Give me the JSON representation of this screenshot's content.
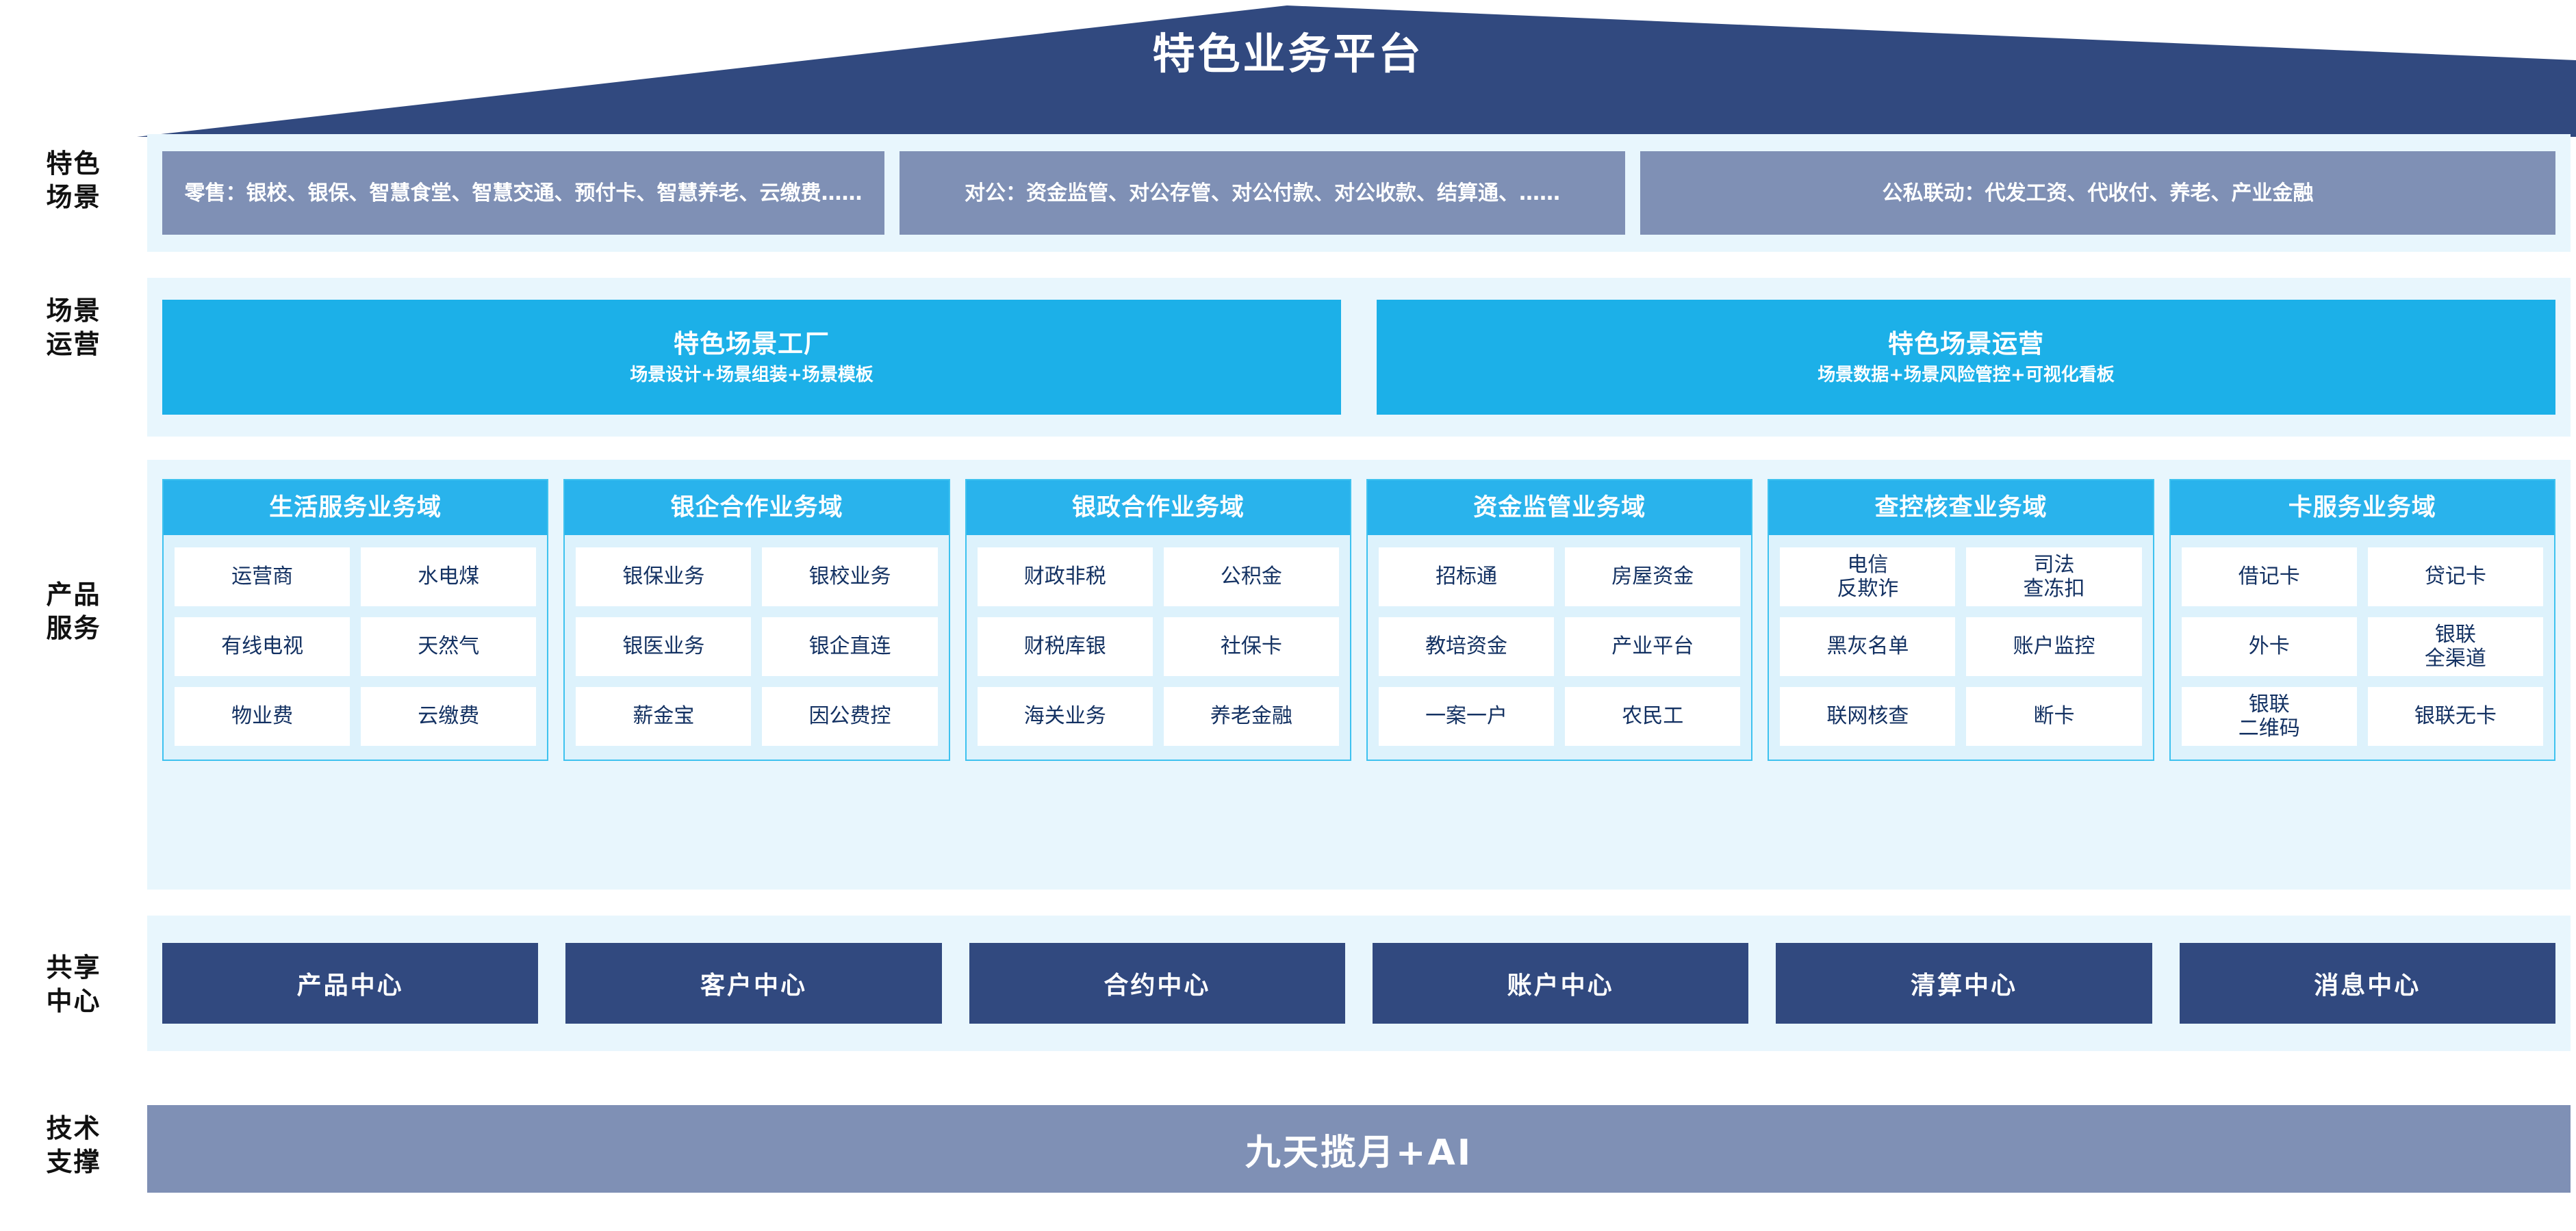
{
  "header": {
    "title": "特色业务平台",
    "roof_color": "#31497f"
  },
  "rails": [
    {
      "label": "特色\n场景"
    },
    {
      "label": "场景\n运营"
    },
    {
      "label": "产品\n服务"
    },
    {
      "label": "共享\n中心"
    },
    {
      "label": "技术\n支撑"
    }
  ],
  "scenes": {
    "box_color": "#7f90b5",
    "items": [
      {
        "text": "零售：银校、银保、智慧食堂、智慧交通、预付卡、智慧养老、云缴费……"
      },
      {
        "text": "对公：资金监管、对公存管、对公付款、对公收款、结算通、……"
      },
      {
        "text": "公私联动：代发工资、代收付、养老、产业金融"
      }
    ]
  },
  "operations": {
    "box_color": "#1cb0e8",
    "items": [
      {
        "title": "特色场景工厂",
        "subtitle": "场景设计+场景组装+场景模板"
      },
      {
        "title": "特色场景运营",
        "subtitle": "场景数据+场景风险管控+可视化看板"
      }
    ]
  },
  "product_service": {
    "header_color": "#29b3ec",
    "border_color": "#3ec2ef",
    "columns": [
      {
        "title": "生活服务业务域",
        "cells": [
          "运营商",
          "水电煤",
          "有线电视",
          "天然气",
          "物业费",
          "云缴费"
        ]
      },
      {
        "title": "银企合作业务域",
        "cells": [
          "银保业务",
          "银校业务",
          "银医业务",
          "银企直连",
          "薪金宝",
          "因公费控"
        ]
      },
      {
        "title": "银政合作业务域",
        "cells": [
          "财政非税",
          "公积金",
          "财税库银",
          "社保卡",
          "海关业务",
          "养老金融"
        ]
      },
      {
        "title": "资金监管业务域",
        "cells": [
          "招标通",
          "房屋资金",
          "教培资金",
          "产业平台",
          "一案一户",
          "农民工"
        ]
      },
      {
        "title": "查控核查业务域",
        "cells": [
          "电信\n反欺诈",
          "司法\n查冻扣",
          "黑灰名单",
          "账户监控",
          "联网核查",
          "断卡"
        ]
      },
      {
        "title": "卡服务业务域",
        "cells": [
          "借记卡",
          "贷记卡",
          "外卡",
          "银联\n全渠道",
          "银联\n二维码",
          "银联无卡"
        ]
      }
    ]
  },
  "shared_centers": {
    "box_color": "#31497f",
    "items": [
      "产品中心",
      "客户中心",
      "合约中心",
      "账户中心",
      "清算中心",
      "消息中心"
    ]
  },
  "tech_support": {
    "label": "九天揽月+AI",
    "bar_color": "#7f90b5"
  }
}
